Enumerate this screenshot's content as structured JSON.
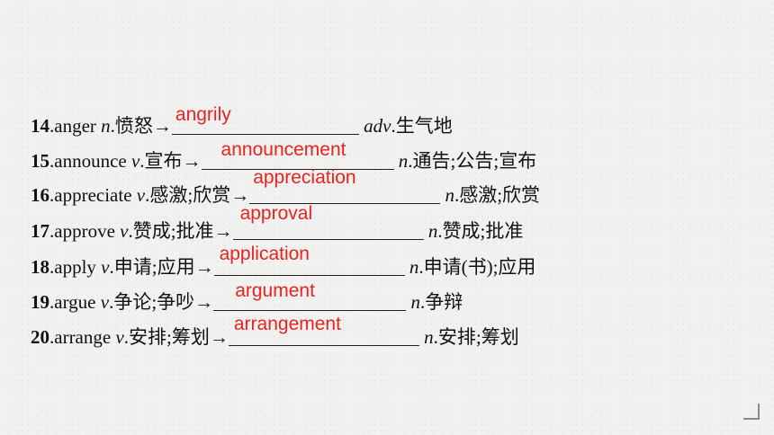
{
  "items": [
    {
      "num": "14",
      "word": "anger",
      "pos": "n",
      "meaning": "愤怒→",
      "answer": "angrily",
      "target_pos": "adv",
      "target_meaning": "生气地"
    },
    {
      "num": "15",
      "word": "announce",
      "pos": "v",
      "meaning": "宣布→",
      "answer": "announcement",
      "target_pos": "n",
      "target_meaning": "通告;公告;宣布"
    },
    {
      "num": "16",
      "word": "appreciate",
      "pos": "v",
      "meaning": "感激;欣赏→",
      "answer": "appreciation",
      "target_pos": "n",
      "target_meaning": "感激;欣赏"
    },
    {
      "num": "17",
      "word": "approve",
      "pos": "v",
      "meaning": "赞成;批准→",
      "answer": "approval",
      "target_pos": "n",
      "target_meaning": "赞成;批准"
    },
    {
      "num": "18",
      "word": "apply",
      "pos": "v",
      "meaning": "申请;应用→",
      "answer": "application",
      "target_pos": "n",
      "target_meaning": "申请(书);应用"
    },
    {
      "num": "19",
      "word": "argue",
      "pos": "v",
      "meaning": "争论;争吵→",
      "answer": "argument",
      "target_pos": "n",
      "target_meaning": "争辩"
    },
    {
      "num": "20",
      "word": "arrange",
      "pos": "v",
      "meaning": "安排;筹划→",
      "answer": "arrangement",
      "target_pos": "n",
      "target_meaning": "安排;筹划"
    }
  ],
  "colors": {
    "answer": "#e8231f",
    "text": "#111111"
  }
}
